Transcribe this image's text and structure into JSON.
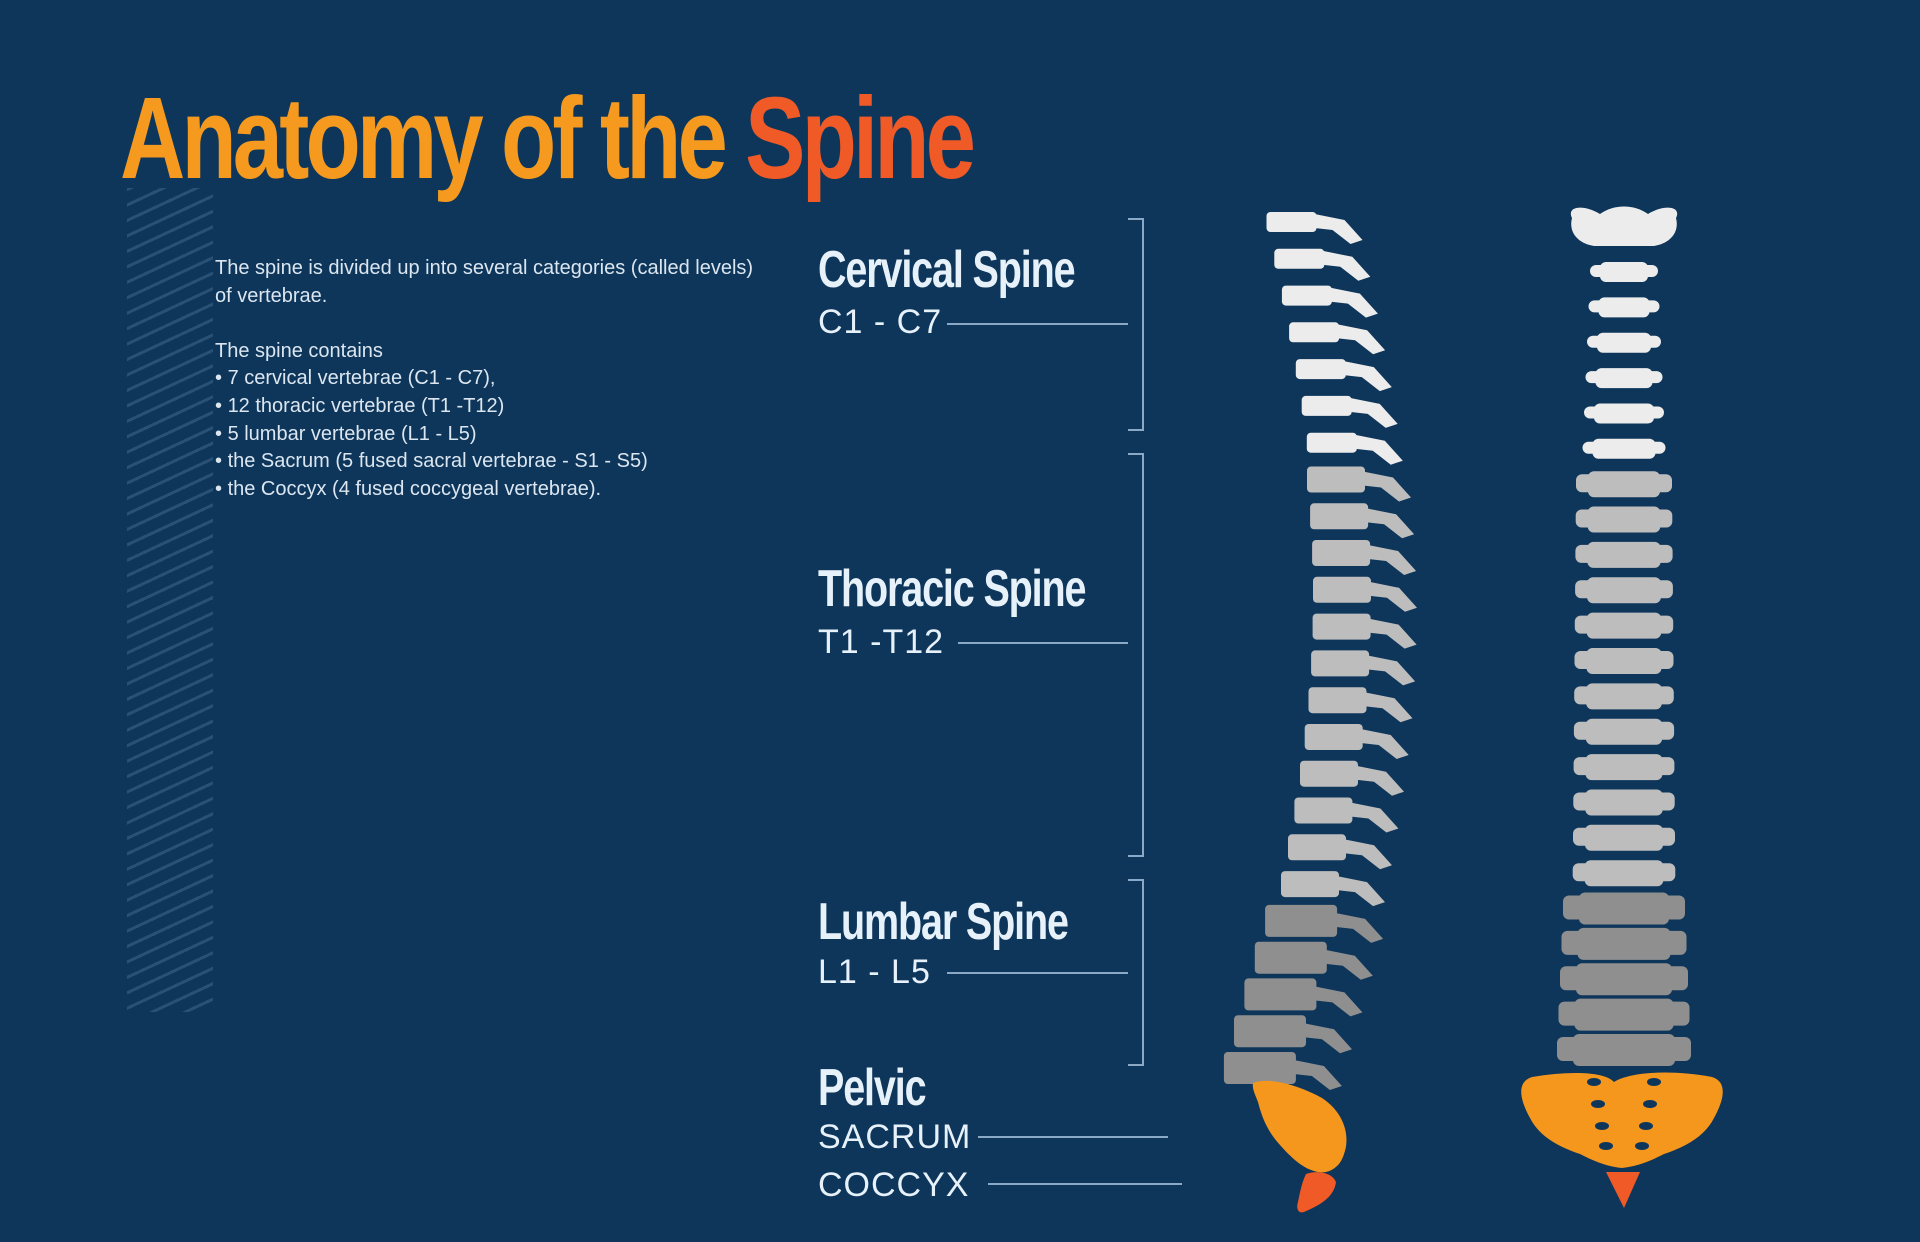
{
  "header": {
    "title_part1": "Anatomy of the ",
    "title_part2": "Spine"
  },
  "intro": {
    "paragraph1": "The spine is divided up into several categories (called levels) of vertebrae.",
    "paragraph2": "The spine contains",
    "items": [
      "7 cervical vertebrae (C1 - C7),",
      "12 thoracic vertebrae (T1 -T12)",
      "5 lumbar vertebrae (L1 - L5)",
      "the Sacrum (5 fused sacral vertebrae - S1 - S5)",
      "the Coccyx (4 fused coccygeal vertebrae)."
    ]
  },
  "regions": {
    "cervical": {
      "name": "Cervical Spine",
      "range": "C1 - C7"
    },
    "thoracic": {
      "name": "Thoracic Spine",
      "range": "T1 -T12"
    },
    "lumbar": {
      "name": "Lumbar Spine",
      "range": "L1 - L5"
    },
    "pelvic": {
      "name": "Pelvic",
      "sacrum": "SACRUM",
      "coccyx": "COCCYX"
    }
  },
  "colors": {
    "background": "#0e365a",
    "title_orange": "#f59a1f",
    "title_red": "#ef5a26",
    "cervical_bone": "#ececec",
    "thoracic_bone": "#bdbdbd",
    "lumbar_bone": "#8f8f8f",
    "sacrum": "#f5961d",
    "coccyx": "#ef5a26"
  }
}
